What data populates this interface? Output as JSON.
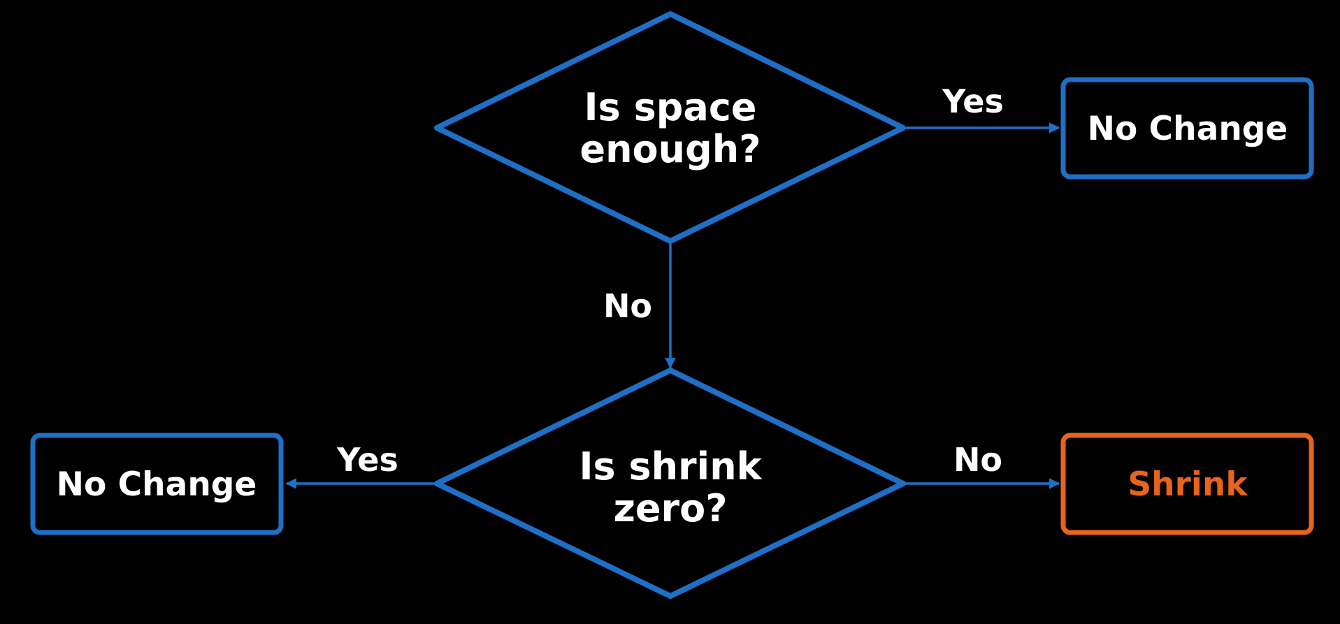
{
  "colors": {
    "background": "#000000",
    "primary": "#1f6fc6",
    "accent": "#e8631c",
    "text": "#ffffff"
  },
  "decisions": {
    "space": {
      "line1": "Is space",
      "line2": "enough?"
    },
    "shrink": {
      "line1": "Is shrink",
      "line2": "zero?"
    }
  },
  "outcomes": {
    "top_right": "No Change",
    "left": "No Change",
    "right": "Shrink"
  },
  "edges": {
    "space_yes": "Yes",
    "space_no": "No",
    "shrink_yes": "Yes",
    "shrink_no": "No"
  }
}
